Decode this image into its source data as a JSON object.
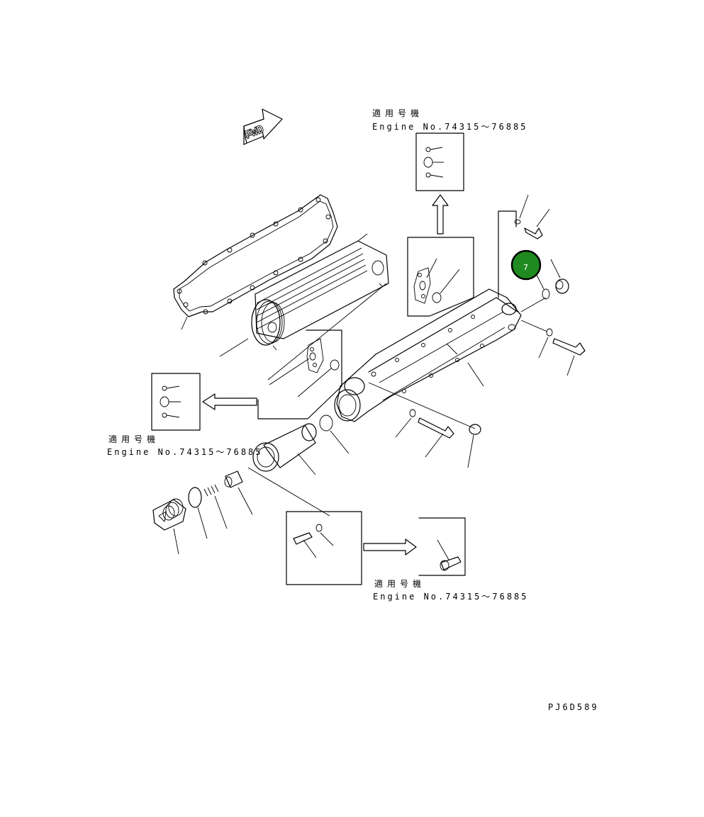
{
  "fwd_label": "FWD",
  "applicability_notes": [
    {
      "jp": "適用号機",
      "engine": "Engine No.74315～76885"
    },
    {
      "jp": "適用号機",
      "engine": "Engine No.74315～76885"
    },
    {
      "jp": "適用号機",
      "engine": "Engine No.74315～76885"
    }
  ],
  "callout": {
    "number": "7",
    "color": "#1f8a1f"
  },
  "drawing_code": "PJ6D589"
}
